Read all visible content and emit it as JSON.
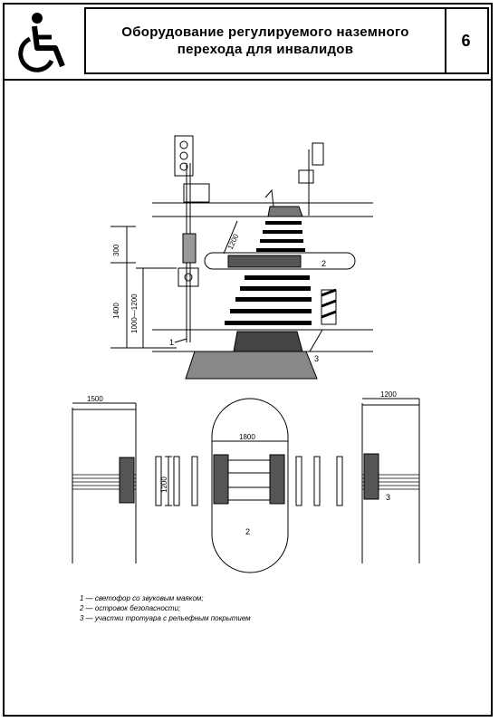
{
  "header": {
    "title_line1": "Оборудование регулируемого наземного",
    "title_line2": "перехода для инвалидов",
    "sheet_number": "6"
  },
  "perspective": {
    "dim_300": "300",
    "dim_1400": "1400",
    "dim_1000_1200": "1000—1200",
    "dim_1200": "1200",
    "marker_1": "1",
    "marker_2": "2",
    "marker_3": "3"
  },
  "plan": {
    "dim_left": "1500",
    "dim_right": "1200",
    "dim_island": "1800",
    "dim_vertical": "1200",
    "marker_2": "2",
    "marker_3": "3"
  },
  "legend": [
    "1 — светофор со звуковым маяком;",
    "2 — островок безопасности;",
    "3 — участки тротуара с рельефным покрытием"
  ],
  "icons": {
    "logo": "wheelchair-icon"
  }
}
